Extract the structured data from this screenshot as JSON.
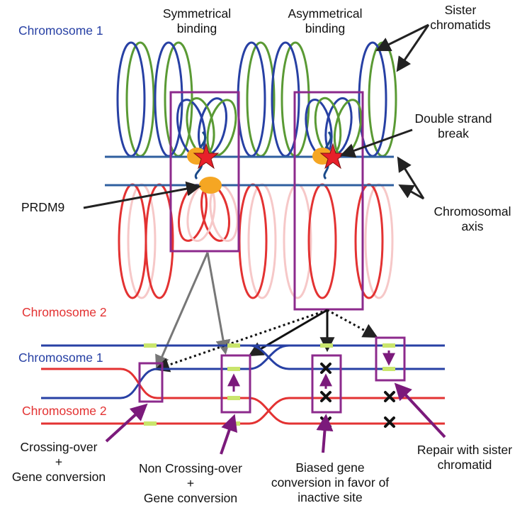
{
  "labels": {
    "chromosome1_top": "Chromosome 1",
    "chromosome2_mid": "Chromosome 2",
    "chromosome1_bottom": "Chromosome 1",
    "chromosome2_bottom": "Chromosome 2",
    "symmetrical_binding": [
      "Symmetrical",
      "binding"
    ],
    "asymmetrical_binding": [
      "Asymmetrical",
      "binding"
    ],
    "sister_chromatids": [
      "Sister",
      "chromatids"
    ],
    "double_strand_break": [
      "Double strand",
      "break"
    ],
    "prdm9": "PRDM9",
    "chromosomal_axis": [
      "Chromosomal",
      "axis"
    ],
    "crossing_over": [
      "Crossing-over",
      "+",
      "Gene conversion"
    ],
    "non_crossing_over": [
      "Non Crossing-over",
      "+",
      "Gene conversion"
    ],
    "biased_conversion": [
      "Biased gene",
      "conversion in favor of",
      "inactive site"
    ],
    "repair_sister": [
      "Repair with sister",
      "chromatid"
    ]
  },
  "colors": {
    "chromosome1": "#2740a4",
    "chromosome1_pale": "#b7c6ea",
    "chromatid_green": "#5a9a34",
    "chromosome2": "#e33232",
    "chromosome2_pale": "#f6c8c8",
    "axis": "#2f5f9f",
    "highlight_box": "#8c2a8c",
    "prdm9": "#f5a623",
    "break_star": "#e8202a",
    "site_marker": "#c9e56c"
  }
}
